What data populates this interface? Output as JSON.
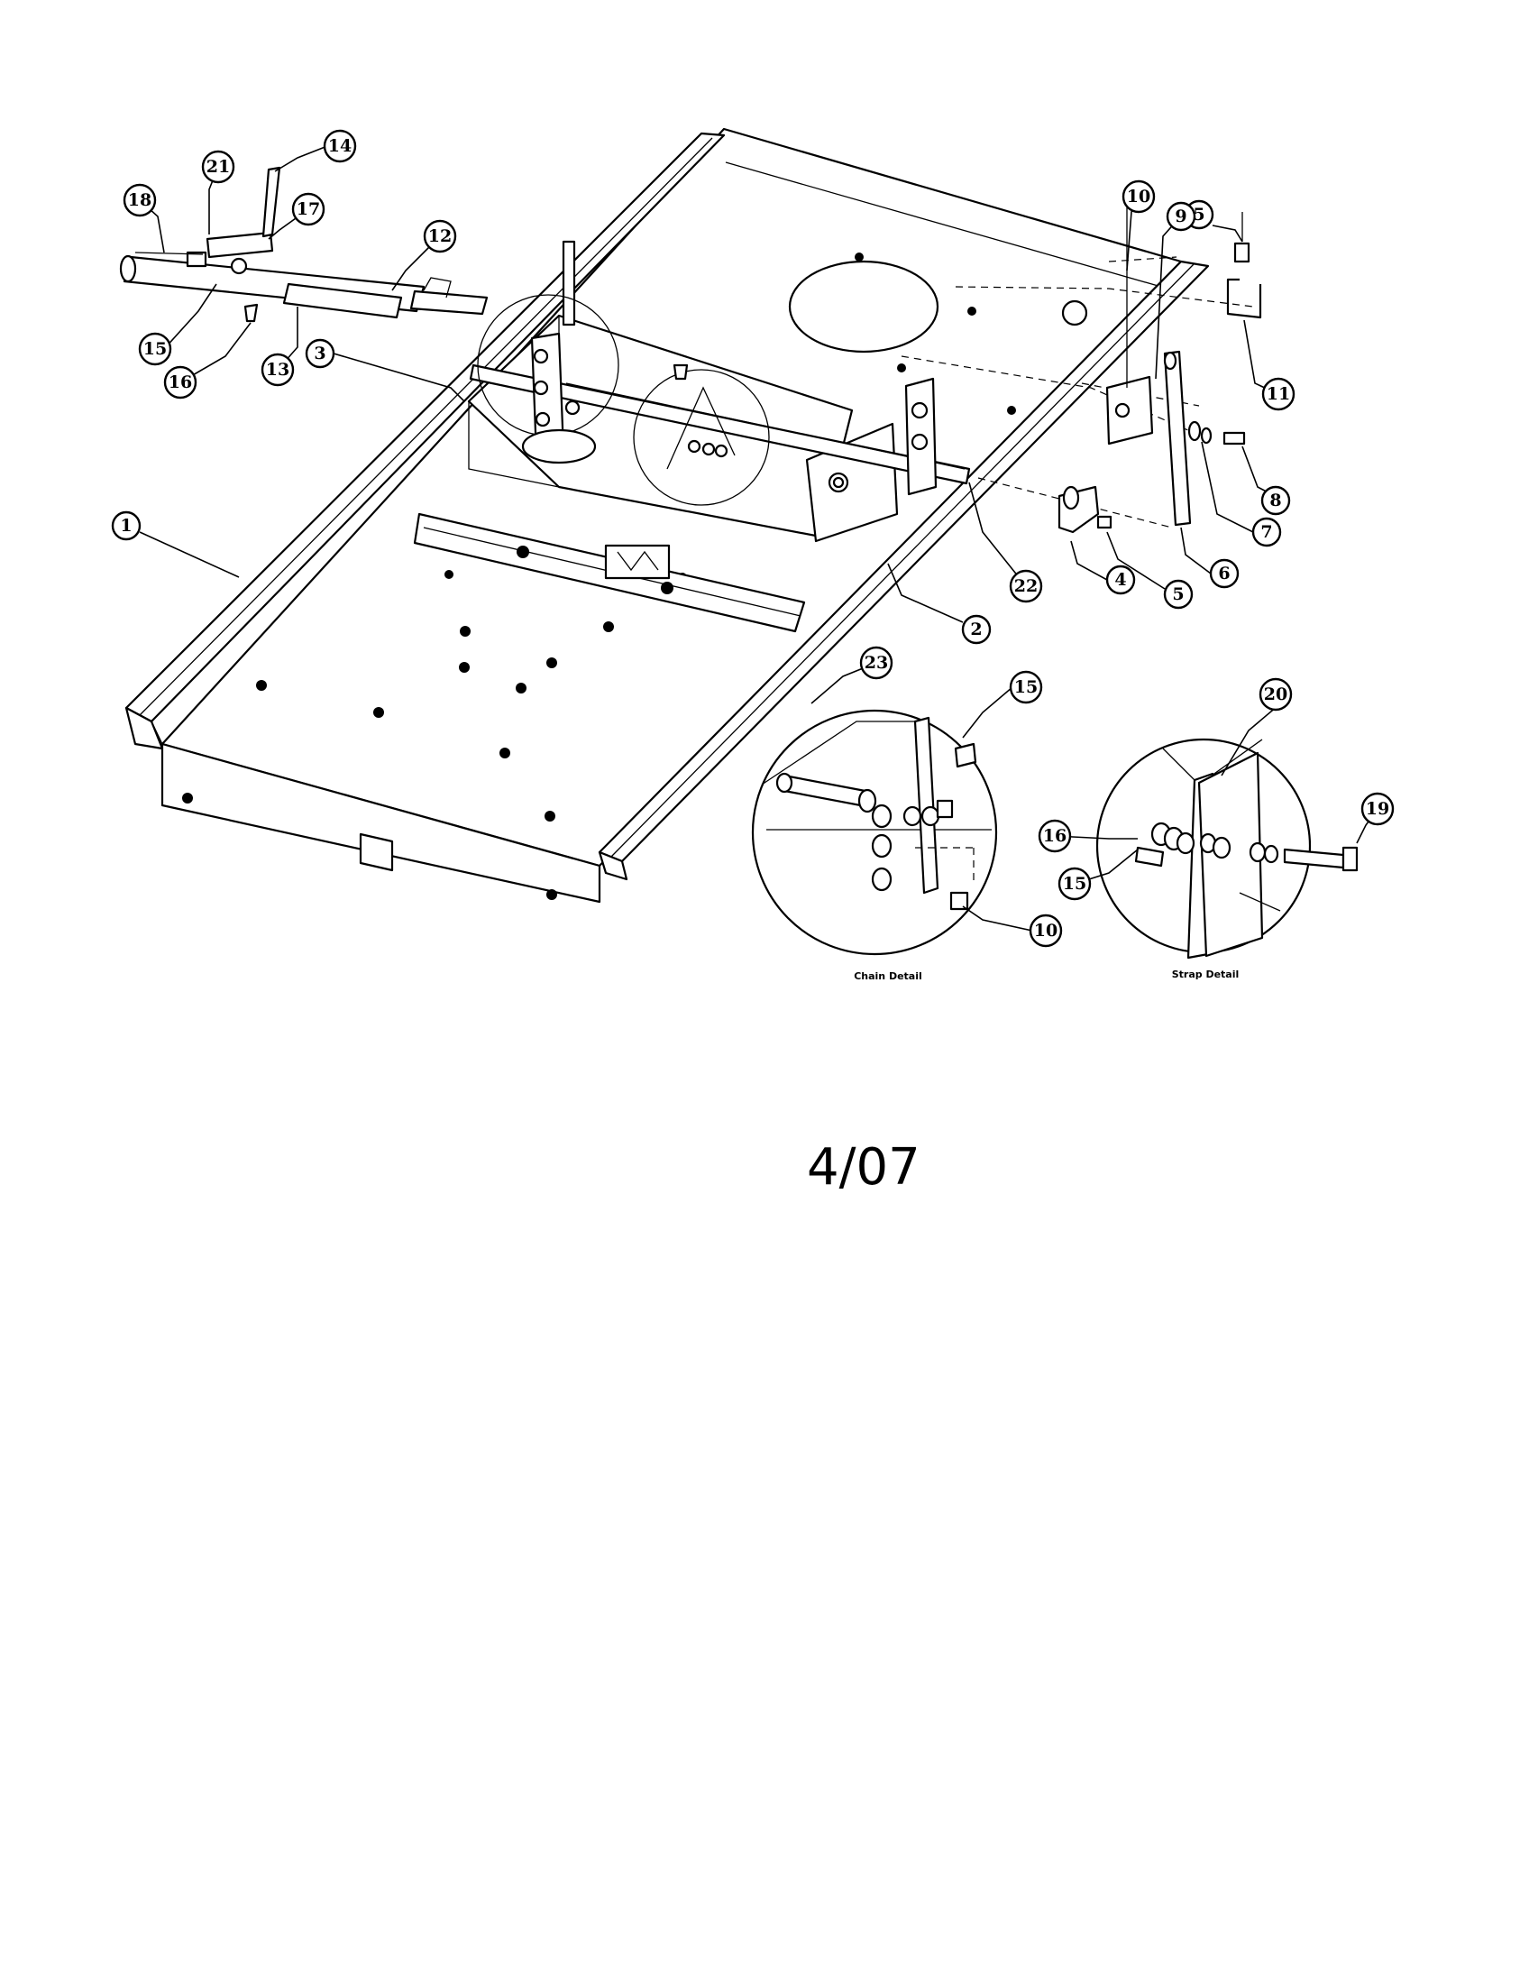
{
  "diagram": {
    "callouts": [
      "1",
      "2",
      "3",
      "4",
      "5",
      "5",
      "6",
      "7",
      "8",
      "9",
      "10",
      "10",
      "11",
      "12",
      "13",
      "14",
      "15",
      "15",
      "15",
      "16",
      "16",
      "17",
      "18",
      "19",
      "20",
      "21",
      "22",
      "23"
    ],
    "details": [
      {
        "caption": "Chain Detail"
      },
      {
        "caption": "Strap Detail"
      }
    ]
  },
  "footer": {
    "date": "4/07"
  }
}
